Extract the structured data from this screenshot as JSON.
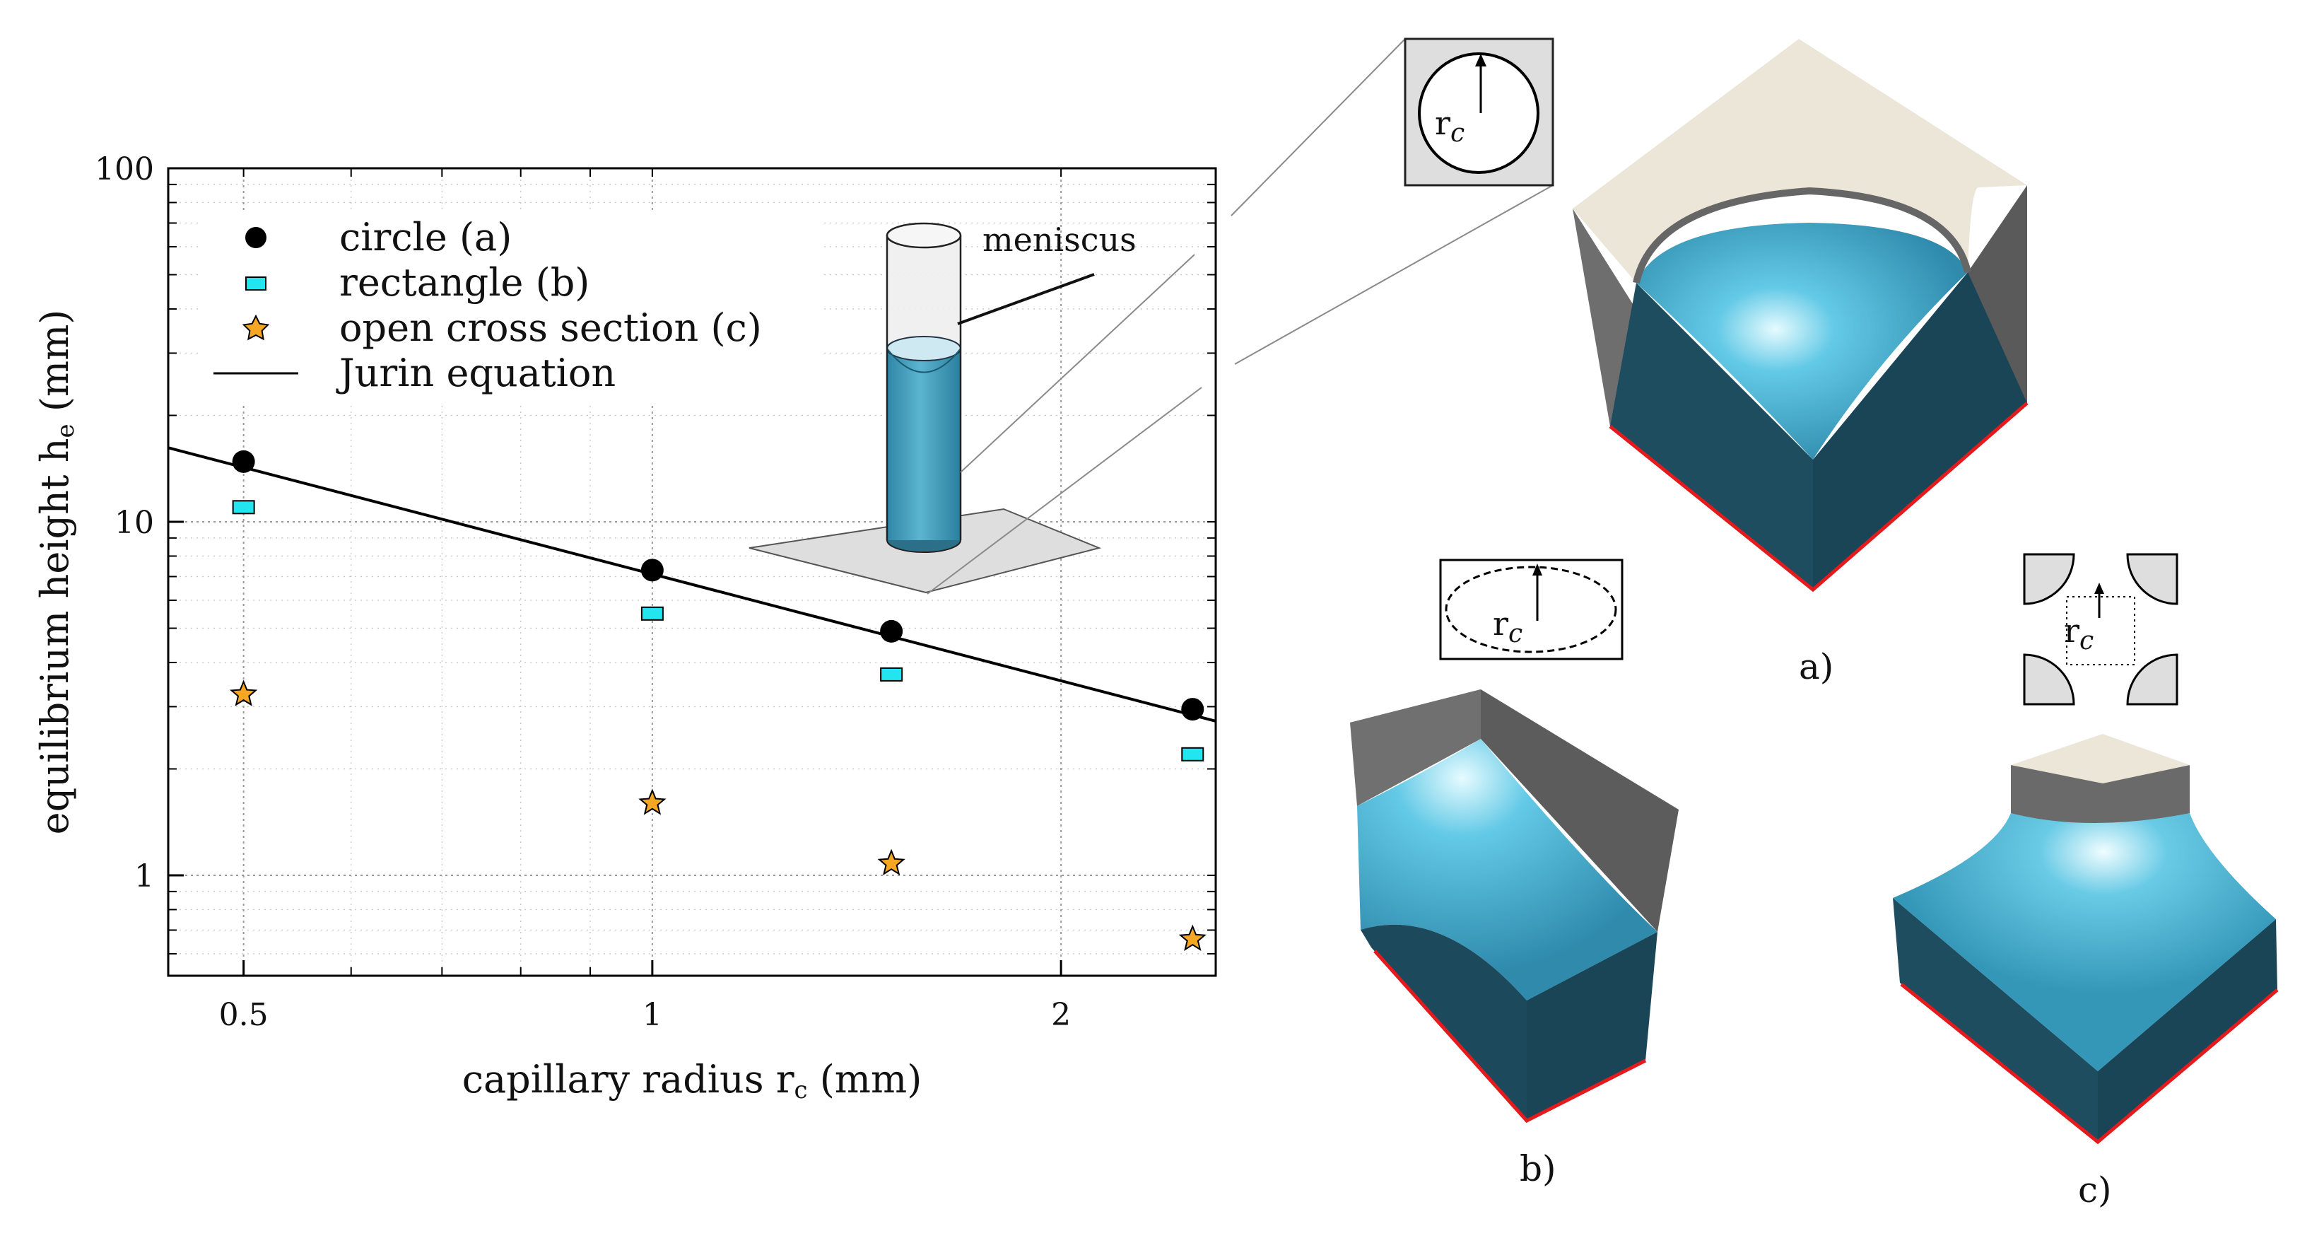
{
  "chart_data": {
    "type": "scatter",
    "xlabel": "capillary radius r",
    "xlabel_sub": "c",
    "xlabel_unit": " (mm)",
    "ylabel": "equilibrium height h",
    "ylabel_sub": "e",
    "ylabel_unit": " (mm)",
    "xscale": "log",
    "yscale": "log",
    "xlim": [
      0.44,
      2.6
    ],
    "ylim": [
      0.52,
      100
    ],
    "xticks": [
      {
        "v": 0.5,
        "label": "0.5"
      },
      {
        "v": 1,
        "label": "1"
      },
      {
        "v": 2,
        "label": "2"
      }
    ],
    "yticks": [
      {
        "v": 1,
        "label": "1"
      },
      {
        "v": 10,
        "label": "10"
      },
      {
        "v": 100,
        "label": "100"
      }
    ],
    "grid": true,
    "legend_position": "top-left",
    "series": [
      {
        "name": "circle (a)",
        "marker": "circle",
        "color": "#000000",
        "x": [
          0.5,
          1.0,
          1.5,
          2.5
        ],
        "y": [
          14.8,
          7.3,
          4.9,
          2.95
        ]
      },
      {
        "name": "rectangle (b)",
        "marker": "rect",
        "color": "#22e5ef",
        "x": [
          0.5,
          1.0,
          1.5,
          2.5
        ],
        "y": [
          11.0,
          5.5,
          3.7,
          2.2
        ]
      },
      {
        "name": "open cross section (c)",
        "marker": "star",
        "color": "#f5a623",
        "x": [
          0.5,
          1.0,
          1.5,
          2.5
        ],
        "y": [
          3.25,
          1.6,
          1.08,
          0.66
        ]
      },
      {
        "name": "Jurin equation",
        "marker": "line",
        "color": "#000000",
        "x": [
          0.44,
          2.6
        ],
        "y": [
          16.2,
          2.73
        ]
      }
    ]
  },
  "annotations": {
    "meniscus": "meniscus",
    "r": "r",
    "c": "c",
    "panel_a": "a)",
    "panel_b": "b)",
    "panel_c": "c)"
  },
  "colors": {
    "water": "#3b9dbb",
    "water_dark": "#1e4d60",
    "wall": "#6b6b6b",
    "wall_top": "#ece6d8",
    "edge": "#e41a1c"
  }
}
